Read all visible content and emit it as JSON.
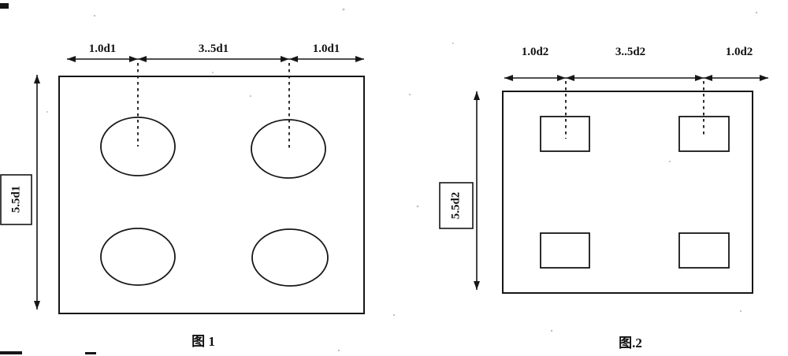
{
  "page": {
    "background": "#ffffff",
    "line_color": "#161616"
  },
  "figure1": {
    "caption": "图 1",
    "dims": {
      "top_left": "1.0d1",
      "top_middle": "3..5d1",
      "top_right": "1.0d1",
      "left": "5.5d1"
    },
    "shapes": "four ellipses in 2x2 grid inside rectangle"
  },
  "figure2": {
    "caption": "图.2",
    "dims": {
      "top_left": "1.0d2",
      "top_middle": "3..5d2",
      "top_right": "1.0d2",
      "left": "5.5d2"
    },
    "shapes": "four rectangles in 2x2 grid inside rectangle"
  }
}
